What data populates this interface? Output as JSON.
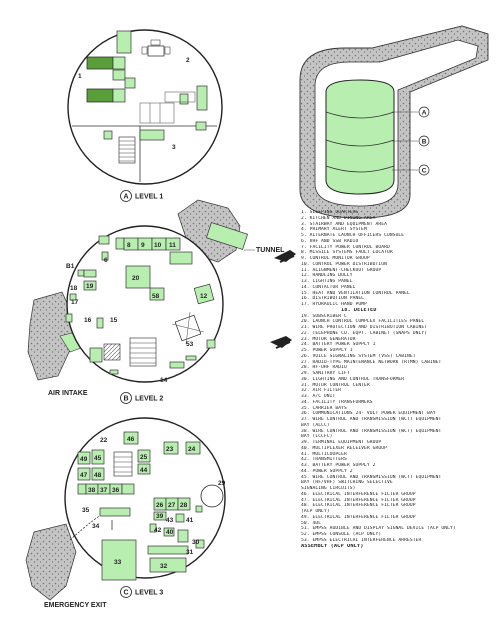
{
  "levels": {
    "level1": {
      "letter": "A",
      "label": "LEVEL 1",
      "markers": [
        "1",
        "2",
        "3"
      ]
    },
    "level2": {
      "letter": "B",
      "label": "LEVEL 2",
      "markers": [
        "8",
        "9",
        "10",
        "11",
        "20",
        "6",
        "16",
        "19",
        "17",
        "18",
        "15",
        "12",
        "14",
        "53",
        "58"
      ],
      "callouts": {
        "tunnel": "TUNNEL",
        "air_intake": "AIR INTAKE",
        "b51": "B1"
      }
    },
    "level3": {
      "letter": "C",
      "label": "LEVEL 3",
      "markers": [
        "46",
        "22",
        "23",
        "24",
        "25",
        "44",
        "49",
        "47",
        "48",
        "45",
        "38",
        "37",
        "36",
        "26",
        "27",
        "28",
        "39",
        "43",
        "41",
        "29",
        "30",
        "35",
        "34",
        "42",
        "40",
        "33",
        "31",
        "32"
      ],
      "callouts": {
        "emergency_exit": "EMERGENCY EXIT"
      }
    }
  },
  "section_markers": [
    "A",
    "B",
    "C"
  ],
  "legend": {
    "items": [
      "1. SLEEPING QUARTERS",
      "2. KITCHEN AND DINING AREA",
      "3. STAIRWAY AND EQUIPMENT AREA",
      "4. PRIMARY ALERT SYSTEM",
      "5. ALTERNATE LAUNCH OFFICERS CONSOLE",
      "6. VHF AND SSB RADIO",
      "7. FACILITY POWER CONTROL BOARD",
      "8. MISSILE SYSTEMS FAULT LOCATOR",
      "9. CONTROL MONITOR GROUP",
      "10. CONTROL POWER DISTRIBUTION",
      "11. ALIGNMENT-CHECKOUT GROUP",
      "12. HANDLING DOLLY",
      "13. LIGHTING PANEL",
      "14. CONTACTOR PANEL",
      "15. HEAT AND VENTILATION CONTROL PANEL",
      "16. DISTRIBUTION PANEL",
      "17. HYDRAULIC HAND PUMP",
      "18. DELETED",
      "19. SUBSCRIBER C",
      "20. LAUNCH CONTROL COMPLEX FACILITIES PANEL",
      "21. WIRE PROTECTION AND DISTRIBUTION CABINET",
      "22. TELEPHONE CO. EQPT. CABINET (SNAPS ONLY)",
      "23. MOTOR GENERATOR",
      "24. BATTERY POWER SUPPLY 1",
      "25. POWER SUPPLY 1",
      "26. VOICE SIGNALING SYSTEM (VSS) CABINET",
      "27. RADIO-TYPE MAINTENANCE NETWORK (RTMN) CABINET",
      "28. HF-UHF RADIO",
      "29. SANITARY LIFT",
      "30. LIGHTING AND CONTROL TRANSFORMER",
      "31. MOTOR CONTROL CENTER",
      "32. AIR FILTER",
      "33. A/C UNIT",
      "34. FACILITY TRANSFORMERS",
      "35. CARRIER BAYS",
      "36. COMMUNICATIONS 24- VOLT POWER EQUIPMENT BAY",
      "37. WIRE CONTROL AND TRANSMISSION (WCT) EQUIPMENT",
      "BAY (ALCC)",
      "38. WIRE CONTROL AND TRANSMISSION (WCT) EQUIPMENT",
      "BAY (LCCFC)",
      "39. TERMINAL EQUIPMENT GROUP",
      "40. MULTIPLEXER RECEIVER GROUP",
      "41. MULTICOUPLER",
      "42. TRANSMITTERS",
      "43. BATTERY POWER SUPPLY 2",
      "44. POWER SUPPLY 2",
      "45. WIRE CONTROL AND TRANSMISSION (WCT) EQUIPMENT",
      "BAY (HF/VHF) SWITCHING SELECTIVE",
      "SIGNALING CIRCUITS)",
      "46. ELECTRICAL INTERFERENCE FILTER GROUP",
      "47. ELECTRICAL INTERFERENCE FILTER GROUP",
      "48. ELECTRICAL INTERFERENCE FILTER GROUP",
      "(ACP ONLY)",
      "49. ELECTRICAL INTERFERENCE FILTER GROUP",
      "50. 4DL",
      "51. EMPSS AUDIBLE AND DISPLAY SIGNAL DEVICE (ACP ONLY)",
      "52. EMPSS CONSOLE (ACP ONLY)",
      "53. EMPSS ELECTRICAL INTERFERENCE ARRESTER",
      "ASSEMBLY (ACP ONLY)"
    ]
  }
}
